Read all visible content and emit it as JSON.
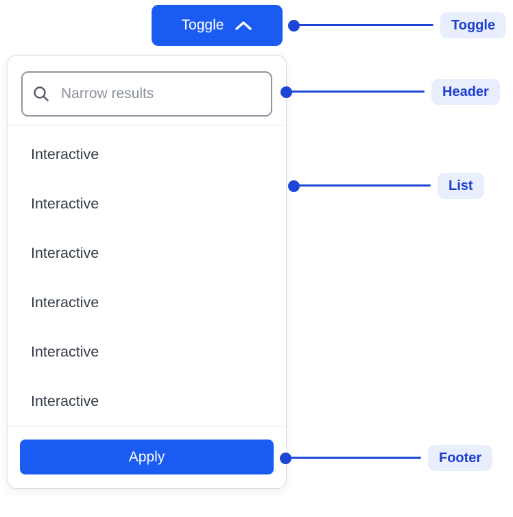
{
  "toggle": {
    "label": "Toggle",
    "chevron_icon": "chevron-up-icon"
  },
  "panel": {
    "header": {
      "search_placeholder": "Narrow results",
      "search_icon": "magnifier-icon"
    },
    "list": {
      "items": [
        "Interactive",
        "Interactive",
        "Interactive",
        "Interactive",
        "Interactive",
        "Interactive"
      ]
    },
    "footer": {
      "apply_label": "Apply"
    }
  },
  "annotations": [
    {
      "id": "toggle",
      "label": "Toggle"
    },
    {
      "id": "header",
      "label": "Header"
    },
    {
      "id": "list",
      "label": "List"
    },
    {
      "id": "footer",
      "label": "Footer"
    }
  ],
  "colors": {
    "accent_blue": "#1a5cf2",
    "annotation_blue": "#1d45d6",
    "annotation_text": "#1c3ed0",
    "annotation_bg": "#e8eefb",
    "panel_border": "#dcdde1",
    "input_border": "#8f949e",
    "item_text": "#333b46",
    "placeholder_text": "#8a909b"
  }
}
